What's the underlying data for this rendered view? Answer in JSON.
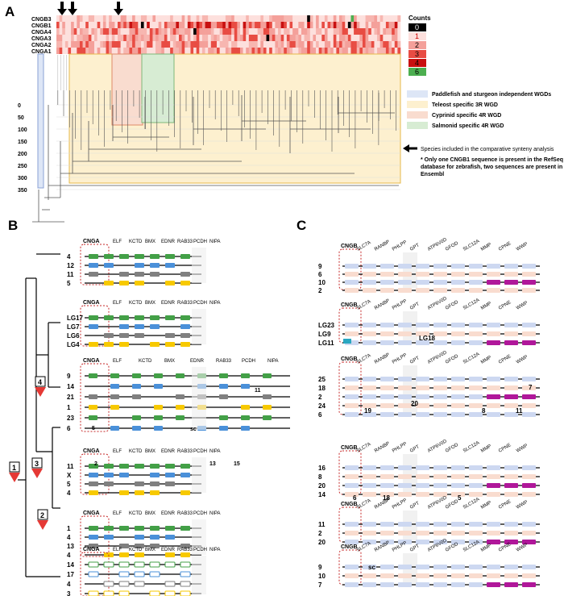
{
  "panels": {
    "a": "A",
    "b": "B",
    "c": "C"
  },
  "panel_a": {
    "rows": [
      "CNGB3",
      "CNGB1",
      "CNGA4",
      "CNGA3",
      "CNGA2",
      "CNGA1"
    ],
    "counts_title": "Counts",
    "counts": [
      {
        "label": "0",
        "color": "#000000",
        "text": "#ffffff"
      },
      {
        "label": "1",
        "color": "#fde0dd",
        "text": "#cc0000"
      },
      {
        "label": "2",
        "color": "#f4a09a",
        "text": "#000000"
      },
      {
        "label": "3",
        "color": "#e84c43",
        "text": "#000000"
      },
      {
        "label": "4",
        "color": "#c81010",
        "text": "#000000"
      },
      {
        "label": "6",
        "color": "#4caf50",
        "text": "#000000"
      }
    ],
    "wgd_legend": [
      {
        "label": "Paddlefish and sturgeon independent WGDs",
        "color": "#dde6f6"
      },
      {
        "label": "Teleost specific 3R WGD",
        "color": "#fdf0cf"
      },
      {
        "label": "Cyprinid specific 4R WGD",
        "color": "#f9dccf"
      },
      {
        "label": "Salmonid specific 4R WGD",
        "color": "#d7ecd3"
      }
    ],
    "arrow_note": "Species included in the comparative synteny analysis",
    "footnote_lines": [
      "* Only one CNGB1 sequence is present in the RefSeq",
      "database for zebrafish, two sequences are present in",
      "Ensembl"
    ],
    "axis_ticks": [
      "0",
      "50",
      "100",
      "150",
      "200",
      "250",
      "300",
      "350"
    ]
  },
  "panel_b": {
    "block_label": "CNGA",
    "gene_headers": [
      "ELF",
      "KCTD",
      "BMX",
      "EDNR",
      "RAB33",
      "PCDH",
      "NIPA"
    ],
    "species": [
      {
        "chroms": [
          "4",
          "12",
          "11",
          "5"
        ]
      },
      {
        "chroms": [
          "LG17",
          "LG7",
          "LG6",
          "LG4"
        ]
      },
      {
        "chroms": [
          "9",
          "14",
          "21",
          "1",
          "23",
          "6"
        ]
      },
      {
        "chroms": [
          "11",
          "X",
          "5",
          "4"
        ]
      },
      {
        "chroms": [
          "1",
          "4",
          "13",
          "4"
        ]
      },
      {
        "chroms": [
          "14",
          "17",
          "4",
          "3"
        ]
      }
    ],
    "wgd_markers": [
      "1",
      "2",
      "3",
      "4"
    ],
    "extra_labels": [
      "5",
      "11",
      "sc",
      "2",
      "13",
      "15"
    ]
  },
  "panel_c": {
    "block_label": "CNGB",
    "gene_headers": [
      "SLC7A",
      "RANBP",
      "PHLPP",
      "GPT",
      "ATP6V0D",
      "GFOD",
      "SLC12A",
      "MMP",
      "CPNE",
      "WWP"
    ],
    "species": [
      {
        "chroms": [
          "9",
          "6",
          "10",
          "2"
        ]
      },
      {
        "chroms": [
          "LG23",
          "LG9",
          "LG11"
        ],
        "extra": "LG18"
      },
      {
        "chroms": [
          "25",
          "18",
          "2",
          "24",
          "6"
        ]
      },
      {
        "chroms": [
          "16",
          "8",
          "20",
          "14"
        ]
      },
      {
        "chroms": [
          "11",
          "2",
          "20"
        ]
      },
      {
        "chroms": [
          "9",
          "10",
          "7"
        ]
      }
    ],
    "extra_labels": [
      "7",
      "20",
      "19",
      "8",
      "11",
      "6",
      "18",
      "5",
      "sc"
    ]
  }
}
